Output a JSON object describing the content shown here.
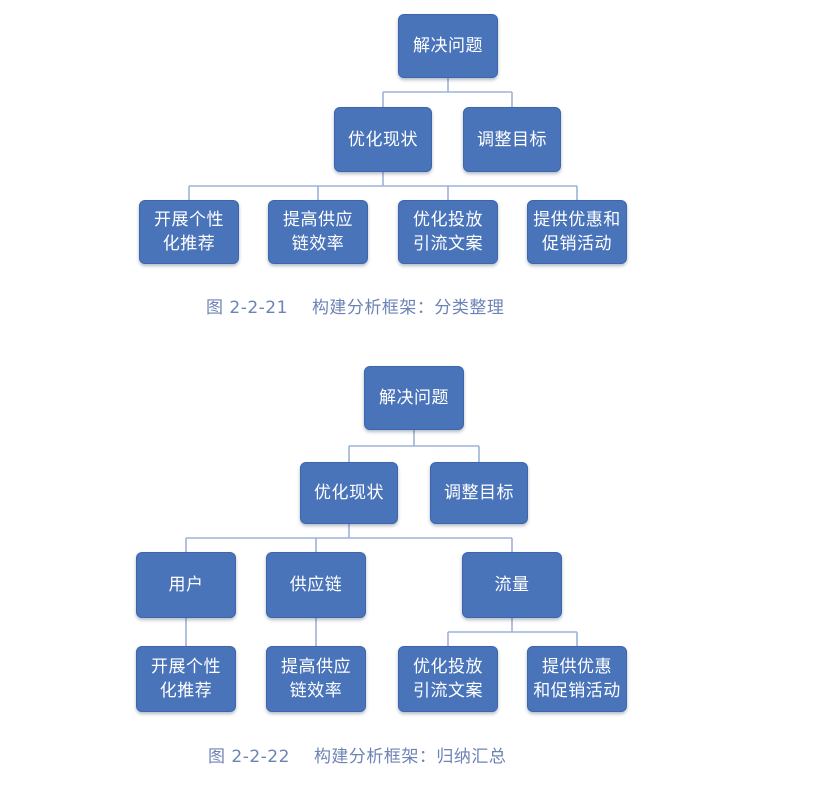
{
  "diagram1": {
    "root": "解决问题",
    "level1": [
      "优化现状",
      "调整目标"
    ],
    "leaves": [
      "开展个性\n化推荐",
      "提高供应\n链效率",
      "优化投放\n引流文案",
      "提供优惠和\n促销活动"
    ],
    "caption_number": "图 2-2-21",
    "caption_text": "构建分析框架：分类整理"
  },
  "diagram2": {
    "root": "解决问题",
    "level1": [
      "优化现状",
      "调整目标"
    ],
    "level2": [
      "用户",
      "供应链",
      "流量"
    ],
    "leaves": [
      "开展个性\n化推荐",
      "提高供应\n链效率",
      "优化投放\n引流文案",
      "提供优惠\n和促销活动"
    ],
    "caption_number": "图 2-2-22",
    "caption_text": "构建分析框架：归纳汇总"
  },
  "colors": {
    "box_fill": "#4a74ba",
    "connector": "#9db3d9",
    "caption": "#6d83b6"
  }
}
